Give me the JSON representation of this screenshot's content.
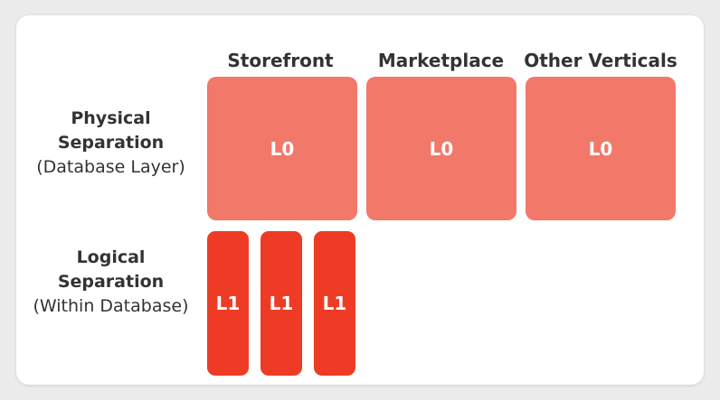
{
  "columns": [
    {
      "label": "Storefront"
    },
    {
      "label": "Marketplace"
    },
    {
      "label": "Other Verticals"
    }
  ],
  "rows": {
    "physical": {
      "line1": "Physical",
      "line2": "Separation",
      "line3": "(Database Layer)"
    },
    "logical": {
      "line1": "Logical",
      "line2": "Separation",
      "line3": "(Within Database)"
    }
  },
  "l0_label": "L0",
  "l1_label": "L1",
  "colors": {
    "l0_fill": "#f2786a",
    "l1_fill": "#ee3b25",
    "text": "#333333",
    "background": "#ffffff"
  }
}
